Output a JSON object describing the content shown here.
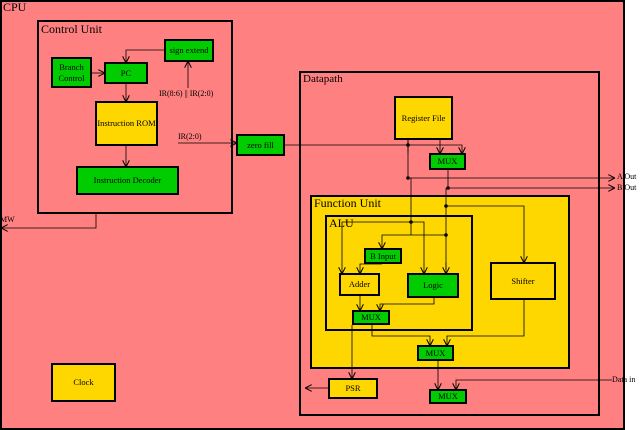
{
  "cpu": {
    "title": "CPU"
  },
  "control_unit": {
    "title": "Control Unit",
    "branch_control": "Branch Control",
    "pc": "PC",
    "sign_extend": "sign extend",
    "instruction_rom": "Instruction ROM",
    "instruction_decoder": "Instruction Decoder",
    "ir_label_sign": "IR(8:6) || IR(2:0)",
    "ir_label_zero": "IR(2:0)"
  },
  "zero_fill": "zero fill",
  "mw_label": "MW",
  "clock": "Clock",
  "datapath": {
    "title": "Datapath",
    "register_file": "Register File",
    "mux": "MUX",
    "a_out": "A Out",
    "b_out": "B Out",
    "data_in": "Data in",
    "psr": "PSR"
  },
  "function_unit": {
    "title": "Function Unit",
    "shifter": "Shifter"
  },
  "alu": {
    "title": "ALU",
    "b_input": "B Input",
    "adder": "Adder",
    "logic": "Logic"
  },
  "colors": {
    "cpu_bg": "#ff8080",
    "block_yellow": "#ffd700",
    "block_green": "#00cc00",
    "line": "#000000"
  }
}
